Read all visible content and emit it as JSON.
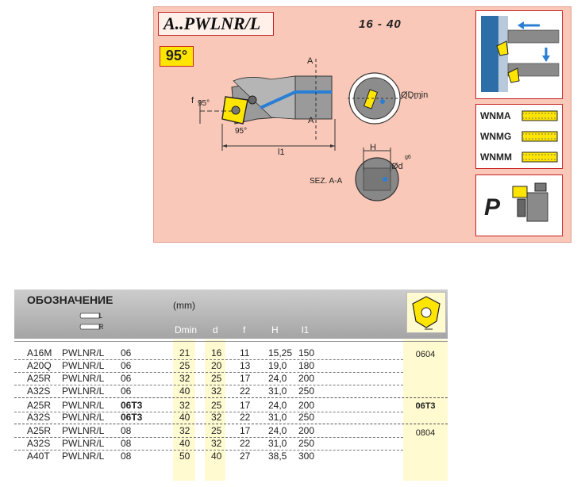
{
  "header": {
    "title": "A..PWLNR/L",
    "range": "16 -  40",
    "angle": "95°"
  },
  "drawing_labels": {
    "A_top": "A",
    "A_bottom": "A",
    "f": "f",
    "angle_left": "95°",
    "angle_bottom": "95°",
    "l1": "l1",
    "dmin": "ØDmin",
    "H": "H",
    "d": "Ød",
    "g6": "g6",
    "section": "SEZ. A-A"
  },
  "inserts": [
    "WNMA",
    "WNMG",
    "WNMM"
  ],
  "p_label": "P",
  "table": {
    "heading": "ОБОЗНАЧЕНИЕ",
    "hand_left": "L",
    "hand_right": "R",
    "unit": "(mm)",
    "columns": [
      "Dmin",
      "d",
      "f",
      "H",
      "l1"
    ],
    "rows": [
      {
        "code": "A16M",
        "type": "PWLNR/L",
        "size": "06",
        "dmin": "21",
        "d": "16",
        "f": "11",
        "H": "15,25",
        "l1": "150"
      },
      {
        "code": "A20Q",
        "type": "PWLNR/L",
        "size": "06",
        "dmin": "25",
        "d": "20",
        "f": "13",
        "H": "19,0",
        "l1": "180"
      },
      {
        "code": "A25R",
        "type": "PWLNR/L",
        "size": "06",
        "dmin": "32",
        "d": "25",
        "f": "17",
        "H": "24,0",
        "l1": "200"
      },
      {
        "code": "A32S",
        "type": "PWLNR/L",
        "size": "06",
        "dmin": "40",
        "d": "32",
        "f": "22",
        "H": "31,0",
        "l1": "250"
      },
      {
        "code": "A25R",
        "type": "PWLNR/L",
        "size": "06T3",
        "dmin": "32",
        "d": "25",
        "f": "17",
        "H": "24,0",
        "l1": "200"
      },
      {
        "code": "A32S",
        "type": "PWLNR/L",
        "size": "06T3",
        "dmin": "40",
        "d": "32",
        "f": "22",
        "H": "31,0",
        "l1": "250"
      },
      {
        "code": "A25R",
        "type": "PWLNR/L",
        "size": "08",
        "dmin": "32",
        "d": "25",
        "f": "17",
        "H": "24,0",
        "l1": "200"
      },
      {
        "code": "A32S",
        "type": "PWLNR/L",
        "size": "08",
        "dmin": "40",
        "d": "32",
        "f": "22",
        "H": "31,0",
        "l1": "250"
      },
      {
        "code": "A40T",
        "type": "PWLNR/L",
        "size": "08",
        "dmin": "50",
        "d": "40",
        "f": "27",
        "H": "38,5",
        "l1": "300"
      }
    ],
    "insert_groups": [
      "0604",
      "06T3",
      "0804"
    ]
  },
  "colors": {
    "panel_bg": "#f9c8b8",
    "accent_red": "#c82020",
    "badge_yellow": "#ffe500",
    "highlight": "#fffad0",
    "blue": "#2a7fd4"
  }
}
